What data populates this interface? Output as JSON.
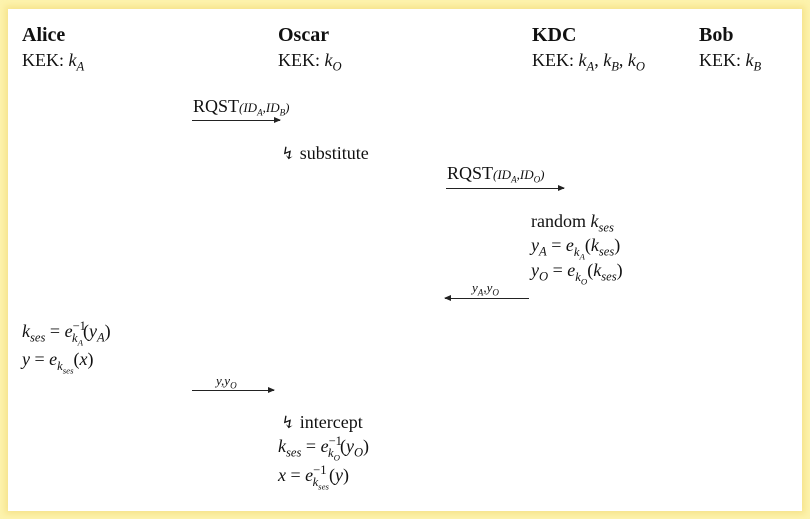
{
  "parties": [
    {
      "name": "Alice",
      "kek_prefix": "KEK: ",
      "kek": "k",
      "kek_sub": "A"
    },
    {
      "name": "Oscar",
      "kek_prefix": "KEK: ",
      "kek": "k",
      "kek_sub": "O"
    },
    {
      "name": "KDC",
      "kek_prefix": "KEK: ",
      "kek": "kA, kB, kO"
    },
    {
      "name": "Bob",
      "kek_prefix": "KEK: ",
      "kek": "k",
      "kek_sub": "B"
    }
  ],
  "messages": {
    "rqst1": "RQST",
    "rqst1_args": "(IDA,IDB)",
    "substitute": "substitute",
    "rqst2": "RQST",
    "rqst2_args": "(IDA,IDO)",
    "yA_yO": "yA,yO",
    "y_yO": "y,yO",
    "intercept": "intercept"
  },
  "kdc_ops": {
    "random": "random",
    "kses": "kses",
    "yA": "yA = ekA(kses)",
    "yO": "yO = ekO(kses)"
  },
  "alice_ops": {
    "line1": "kses = ekA−1(yA)",
    "line2": "y = ekses(x)"
  },
  "oscar_ops": {
    "line1": "kses = ekO−1(yO)",
    "line2": "x = ekses−1(y)"
  },
  "icons": {
    "lightning": "lightning-icon"
  }
}
